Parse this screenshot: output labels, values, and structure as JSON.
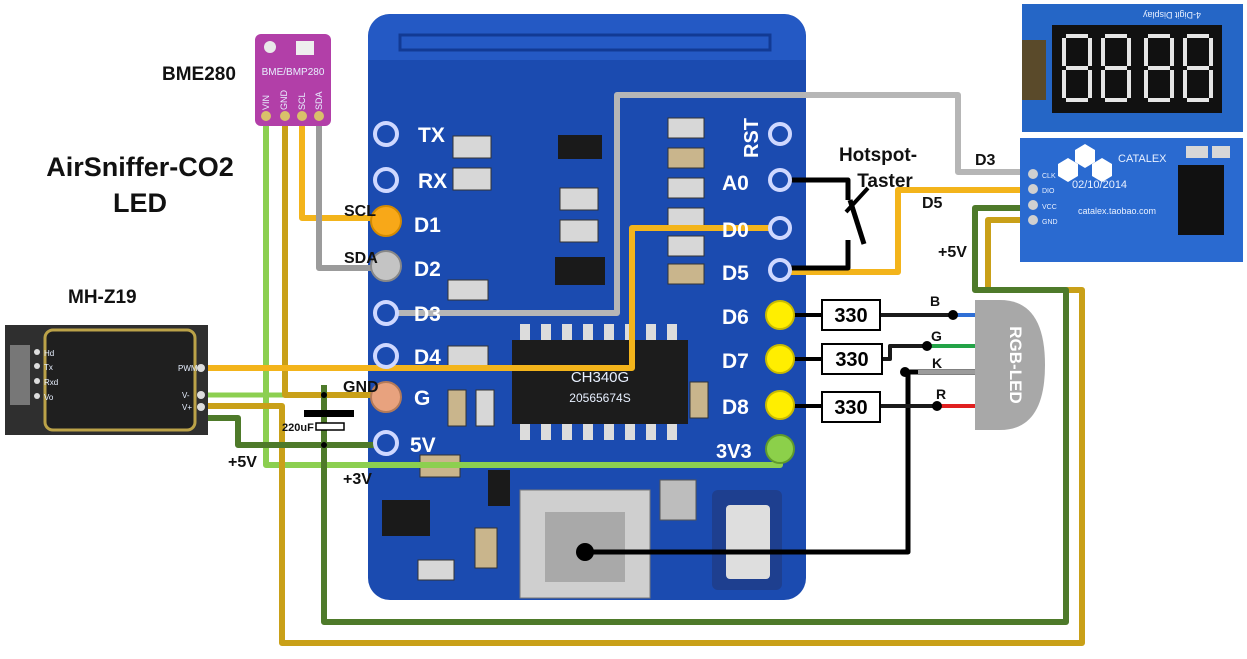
{
  "title": {
    "line1": "AirSniffer-CO2",
    "line2": "LED"
  },
  "modules": {
    "bme280": {
      "label": "BME280",
      "board_text": "BME/BMP280",
      "pins": [
        "VIN",
        "GND",
        "SCL",
        "SDA"
      ]
    },
    "mhz19": {
      "label": "MH-Z19",
      "pins_left": [
        "Hd",
        "Tx",
        "Rxd",
        "Vo"
      ],
      "pins_right": [
        "PWM",
        "V-",
        "V+"
      ]
    },
    "display": {
      "header": "4-Digit Display",
      "brand": "CATALEX",
      "date": "02/10/2014",
      "url": "catalex.taobao.com",
      "pins": [
        "CLK",
        "DIO",
        "VCC",
        "GND"
      ]
    },
    "rgb_led": {
      "label": "RGB-LED"
    },
    "button": {
      "line1": "Hotspot-",
      "line2": "Taster"
    },
    "capacitor": {
      "label": "220uF"
    }
  },
  "mcu": {
    "left_pins": [
      "TX",
      "RX",
      "D1",
      "D2",
      "D3",
      "D4",
      "G",
      "5V"
    ],
    "right_pins": [
      "RST",
      "A0",
      "D0",
      "D5",
      "D6",
      "D7",
      "D8",
      "3V3"
    ],
    "chip": [
      "CH340G",
      "20565674S"
    ]
  },
  "wire_labels": {
    "scl": "SCL",
    "sda": "SDA",
    "gnd": "GND",
    "plus5v_left": "+5V",
    "plus3v": "+3V",
    "plus5v_right": "+5V",
    "d3": "D3",
    "d5": "D5",
    "b": "B",
    "g": "G",
    "k": "K",
    "r": "R"
  },
  "resistors": [
    "330",
    "330",
    "330"
  ],
  "colors": {
    "board_blue": "#1b4bb0",
    "wire_green_light": "#8ccf50",
    "wire_green_dark": "#4e7a2a",
    "wire_gold": "#c9a018",
    "wire_orange": "#f3b41b",
    "wire_gray": "#9b9b9b",
    "wire_black": "#000000",
    "pin_yellow": "#ffee00",
    "pin_orange": "#f8a818",
    "pin_gray": "#c4c4c4",
    "pin_salmon": "#e8a27e",
    "pin_green": "#8cd04a"
  }
}
